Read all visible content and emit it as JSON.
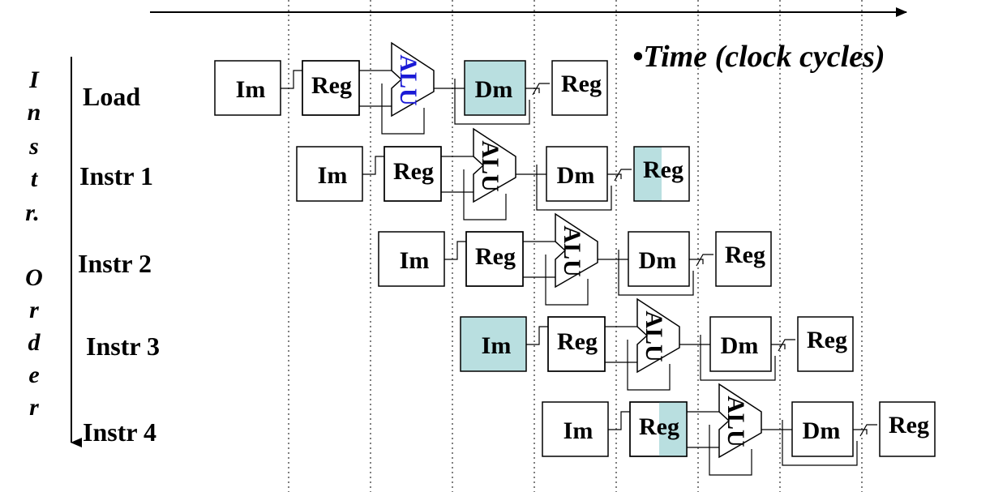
{
  "time_axis": {
    "label": "•Time (clock cycles)"
  },
  "order_axis": {
    "letters": [
      "I",
      "n",
      "s",
      "t",
      "r.",
      "O",
      "r",
      "d",
      "e",
      "r"
    ]
  },
  "stage_labels": {
    "im": "Im",
    "reg": "Reg",
    "alu": "ALU",
    "dm": "Dm"
  },
  "instructions": [
    {
      "label": "Load"
    },
    {
      "label": "Instr 1"
    },
    {
      "label": "Instr 2"
    },
    {
      "label": "Instr 3"
    },
    {
      "label": "Instr 4"
    }
  ],
  "colors": {
    "highlight": "#b9dfe0",
    "alu_text_load": "#1a1ad6",
    "line": "#000000"
  }
}
